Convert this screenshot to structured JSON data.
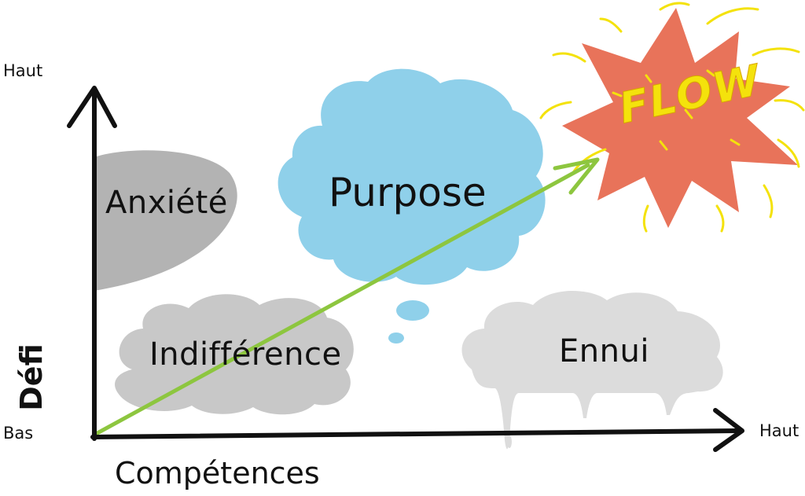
{
  "axes": {
    "y_top": "Haut",
    "y_bottom": "Bas",
    "y_title": "Défi",
    "x_right": "Haut",
    "x_title": "Compétences"
  },
  "regions": {
    "anxiety": "Anxiété",
    "indifference": "Indifférence",
    "boredom": "Ennui",
    "purpose": "Purpose",
    "flow": "FLOW"
  },
  "colors": {
    "axis": "#111111",
    "anxiety": "#b3b3b3",
    "indifference": "#c8c8c8",
    "boredom": "#dcdcdc",
    "purpose": "#8fd0ea",
    "flow": "#e8735a",
    "flow_text": "#f4e20c",
    "progress_arrow": "#8dc63f"
  }
}
